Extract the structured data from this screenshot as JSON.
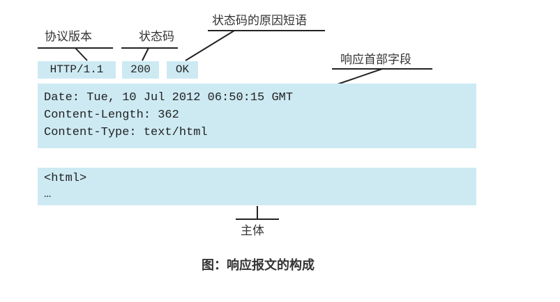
{
  "labels": {
    "protocol_version": "协议版本",
    "status_code": "状态码",
    "reason_phrase": "状态码的原因短语",
    "response_headers": "响应首部字段",
    "body": "主体"
  },
  "status_line": {
    "version": "HTTP/1.1",
    "code": "200",
    "reason": "OK"
  },
  "headers": [
    "Date: Tue, 10 Jul 2012 06:50:15 GMT",
    "Content-Length: 362",
    "Content-Type: text/html"
  ],
  "body_lines": [
    "<html>",
    "…"
  ],
  "caption": "图：响应报文的构成",
  "colors": {
    "box_fill": "#cdeaf3",
    "line": "#222222",
    "text": "#333333"
  }
}
